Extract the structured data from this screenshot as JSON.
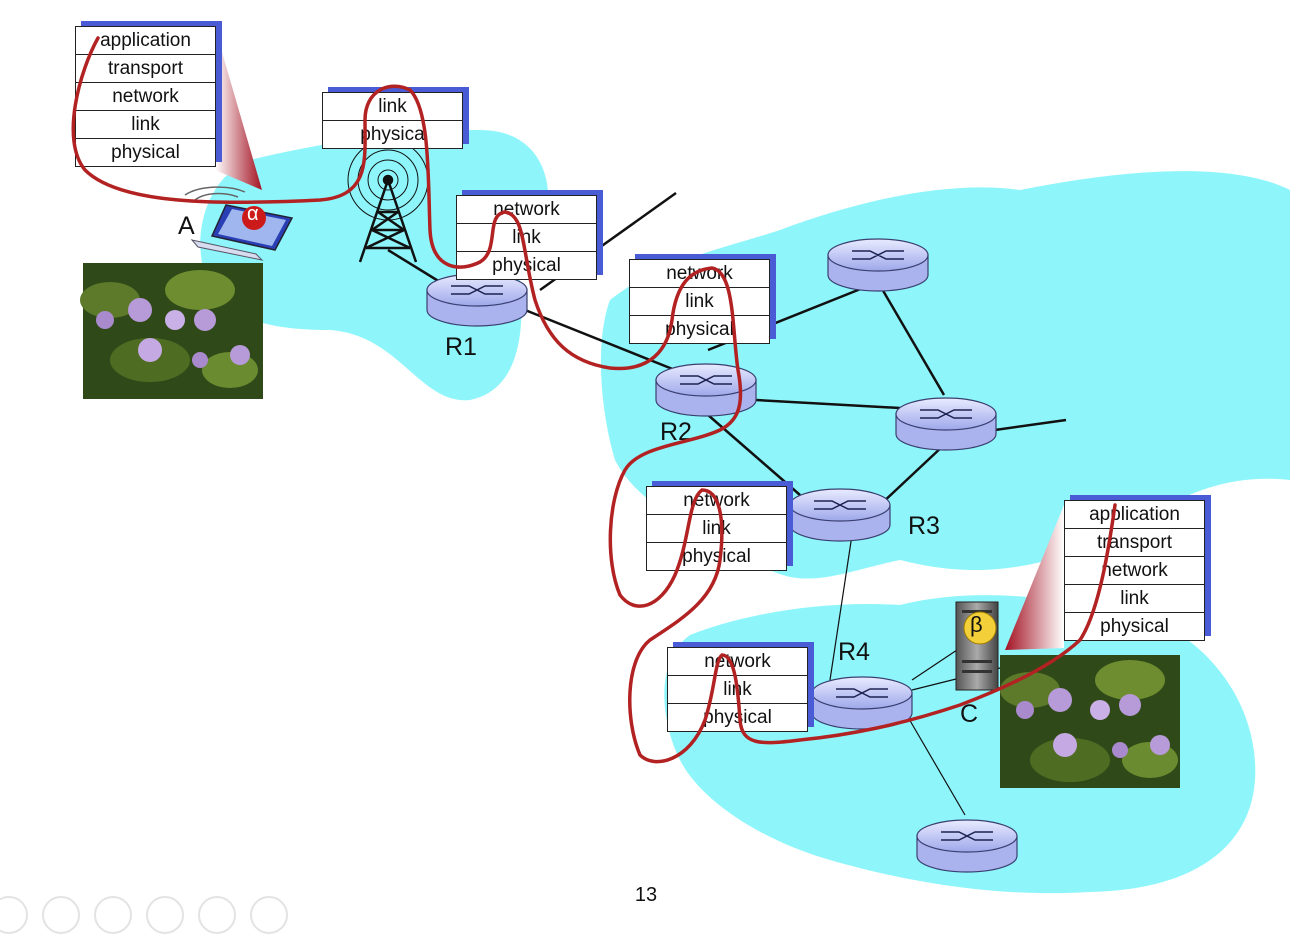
{
  "host_a": {
    "label": "A",
    "badge": "α",
    "stack": [
      "application",
      "transport",
      "network",
      "link",
      "physical"
    ]
  },
  "access_point": {
    "stack": [
      "link",
      "physica"
    ]
  },
  "routers": [
    {
      "label": "R1",
      "stack": [
        "network",
        "link",
        "physical"
      ]
    },
    {
      "label": "R2",
      "stack": [
        "network",
        "link",
        "physical"
      ]
    },
    {
      "label": "R3",
      "stack": [
        "network",
        "link",
        "physical"
      ]
    },
    {
      "label": "R4",
      "stack": [
        "network",
        "link",
        "physical"
      ]
    }
  ],
  "host_c": {
    "label": "C",
    "badge": "β",
    "stack": [
      "application",
      "transport",
      "network",
      "link",
      "physical"
    ]
  },
  "page_number": "13",
  "colors": {
    "network_cloud": "#8ef6fb",
    "path": "#b22222",
    "stack_shadow": "#4a5bd6",
    "router": "#c7cdf7"
  }
}
